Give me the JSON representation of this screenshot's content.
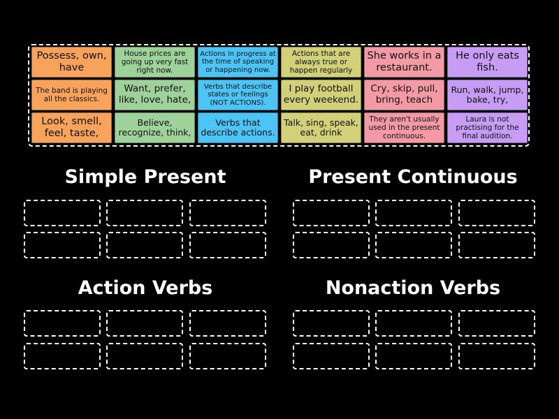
{
  "cards": [
    {
      "text": "Possess, own, have",
      "color": "orange"
    },
    {
      "text": "House prices are going up very fast right now.",
      "color": "green"
    },
    {
      "text": "Actions in progress at the time of speaking or happening now.",
      "color": "blue"
    },
    {
      "text": "Actions that are always true or happen regularly",
      "color": "olive"
    },
    {
      "text": "She works in a restaurant.",
      "color": "pink"
    },
    {
      "text": "He only eats fish.",
      "color": "purple"
    },
    {
      "text": "The band is playing all the classics.",
      "color": "orange"
    },
    {
      "text": "Want, prefer, like, love, hate,",
      "color": "green"
    },
    {
      "text": "Verbs that describe states or feelings (NOT ACTIONS).",
      "color": "blue"
    },
    {
      "text": "I play football every weekend.",
      "color": "olive"
    },
    {
      "text": "Cry, skip, pull, bring, teach",
      "color": "pink"
    },
    {
      "text": "Run, walk, jump, bake, try,",
      "color": "purple"
    },
    {
      "text": "Look, smell, feel, taste,",
      "color": "orange"
    },
    {
      "text": "Believe, recognize, think,",
      "color": "green"
    },
    {
      "text": "Verbs that describe actions.",
      "color": "blue"
    },
    {
      "text": "Talk, sing, speak, eat, drink",
      "color": "olive"
    },
    {
      "text": "They aren't usually used in the present continuous.",
      "color": "pink"
    },
    {
      "text": "Laura is not practising for the final audition.",
      "color": "purple"
    }
  ],
  "groups": [
    {
      "title": "Simple Present"
    },
    {
      "title": "Present Continuous"
    },
    {
      "title": "Action Verbs"
    },
    {
      "title": "Nonaction Verbs"
    }
  ],
  "colors": {
    "orange": "#f7a35c",
    "green": "#9fd19a",
    "blue": "#4cc4f5",
    "olive": "#d3d07a",
    "pink": "#f49aa4",
    "purple": "#c69cf4",
    "background": "#000000",
    "border": "#ffffff"
  }
}
